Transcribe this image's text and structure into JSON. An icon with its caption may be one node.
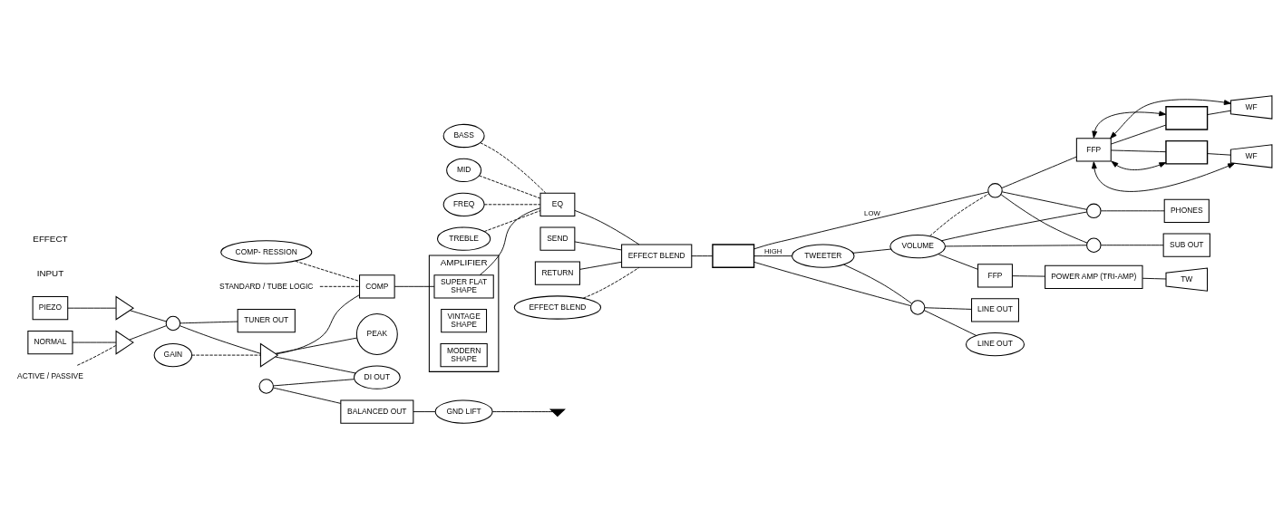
{
  "diagram": {
    "nodes": [
      {
        "text": [
          "PIEZO"
        ]
      },
      {
        "text": [
          "NORMAL"
        ]
      },
      {
        "text": [],
        "shape": "triangle"
      },
      {
        "text": [],
        "shape": "triangle"
      },
      {
        "text": [
          "ACTIVE / PASSIVE"
        ]
      },
      {
        "text": [],
        "shape": "circle"
      },
      {
        "text": [
          "TUNER OUT"
        ]
      },
      {
        "text": [
          "PEAK"
        ]
      },
      {
        "text": [],
        "shape": "triangle"
      },
      {
        "text": [
          "GAIN"
        ]
      },
      {
        "text": [
          "COMP"
        ]
      },
      {
        "text": [
          "STANDARD / TUBE LOGIC"
        ]
      },
      {
        "text": [
          "COMP- RESSION"
        ]
      },
      {
        "text": [
          "AMPLIFIER"
        ]
      },
      {
        "text": [
          "SUPER FLAT",
          "SHAPE"
        ],
        "in": 13
      },
      {
        "text": [
          "VINTAGE",
          "SHAPE"
        ],
        "in": 13
      },
      {
        "text": [
          "MODERN",
          "SHAPE"
        ],
        "in": 13
      },
      {
        "text": [
          "EQ"
        ]
      },
      {
        "text": [
          "BASS"
        ]
      },
      {
        "text": [
          "MID"
        ]
      },
      {
        "text": [
          "FREQ"
        ]
      },
      {
        "text": [
          "TREBLE"
        ]
      },
      {
        "text": [
          "SEND"
        ]
      },
      {
        "text": [
          "RETURN"
        ]
      },
      {
        "text": [
          "EFFECT BLEND"
        ]
      },
      {
        "text": [
          "EFFECT BLEND"
        ]
      },
      {
        "text": [],
        "shape": "box"
      },
      {
        "text": [
          "TWEETER"
        ]
      },
      {
        "text": [
          "VOLUME"
        ]
      },
      {
        "text": [],
        "shape": "circle"
      },
      {
        "text": [
          "FFP"
        ]
      },
      {
        "text": [
          "POWER AMP (TRI-AMP)"
        ]
      },
      {
        "text": [
          "TW"
        ]
      },
      {
        "text": [
          "FFP"
        ]
      },
      {
        "text": [],
        "shape": "box"
      },
      {
        "text": [
          "WF"
        ]
      },
      {
        "text": [],
        "shape": "box"
      },
      {
        "text": [
          "WF"
        ]
      },
      {
        "text": [],
        "shape": "circle"
      },
      {
        "text": [
          "PHONES"
        ]
      },
      {
        "text": [],
        "shape": "circle"
      },
      {
        "text": [
          "SUB OUT"
        ]
      },
      {
        "text": [],
        "shape": "circle"
      },
      {
        "text": [
          "LINE OUT"
        ]
      },
      {
        "text": [
          "DI OUT"
        ]
      },
      {
        "text": [
          "LINE OUT"
        ]
      },
      {
        "text": [],
        "shape": "circle"
      },
      {
        "text": [
          "BALANCED OUT"
        ]
      },
      {
        "text": [
          "GND LIFT"
        ]
      },
      {
        "text": [],
        "shape": "ground"
      }
    ],
    "edges": [
      {
        "from": 0,
        "to": 2,
        "arrow": "none"
      },
      {
        "from": 1,
        "to": 3,
        "arrow": "none"
      },
      {
        "from": 4,
        "to": 3,
        "arrow": "none",
        "style": "dashed"
      },
      {
        "from": 2,
        "to": 5,
        "arrow": "none"
      },
      {
        "from": 3,
        "to": 5,
        "arrow": "none"
      },
      {
        "from": 5,
        "to": 6,
        "arrow": "none"
      },
      {
        "from": 5,
        "to": 8,
        "arrow": "none"
      },
      {
        "from": 8,
        "to": 7,
        "arrow": "none"
      },
      {
        "from": 9,
        "to": 8,
        "arrow": "none",
        "style": "dashed"
      },
      {
        "from": 8,
        "to": 10,
        "arrow": "none"
      },
      {
        "from": 8,
        "to": 44,
        "arrow": "none"
      },
      {
        "from": 11,
        "to": 10,
        "arrow": "none",
        "style": "dashed"
      },
      {
        "from": 12,
        "to": 10,
        "arrow": "none",
        "style": "dashed"
      },
      {
        "from": 10,
        "to": 14,
        "arrow": "none"
      },
      {
        "from": 14,
        "to": 17,
        "arrow": "none"
      },
      {
        "from": 18,
        "to": 17,
        "arrow": "none",
        "style": "dashed"
      },
      {
        "from": 19,
        "to": 17,
        "arrow": "none",
        "style": "dashed"
      },
      {
        "from": 20,
        "to": 17,
        "arrow": "none",
        "style": "dashed"
      },
      {
        "from": 21,
        "to": 17,
        "arrow": "none",
        "style": "dashed"
      },
      {
        "from": 17,
        "to": 24,
        "arrow": "none"
      },
      {
        "from": 22,
        "to": 24,
        "arrow": "none"
      },
      {
        "from": 23,
        "to": 24,
        "arrow": "none"
      },
      {
        "from": 25,
        "to": 24,
        "arrow": "none",
        "style": "dashed"
      },
      {
        "from": 24,
        "to": 26,
        "arrow": "none"
      },
      {
        "from": 26,
        "to": 27,
        "arrow": "none",
        "label": "HIGH"
      },
      {
        "from": 26,
        "to": 29,
        "arrow": "none",
        "label": "LOW"
      },
      {
        "from": 27,
        "to": 28,
        "arrow": "none"
      },
      {
        "from": 28,
        "to": 29,
        "arrow": "none",
        "style": "dashed"
      },
      {
        "from": 28,
        "to": 30,
        "arrow": "none"
      },
      {
        "from": 30,
        "to": 31,
        "arrow": "none"
      },
      {
        "from": 31,
        "to": 32,
        "arrow": "none"
      },
      {
        "from": 29,
        "to": 33,
        "arrow": "none"
      },
      {
        "from": 33,
        "to": 34,
        "arrow": "none"
      },
      {
        "from": 33,
        "to": 36,
        "arrow": "none"
      },
      {
        "from": 34,
        "to": 35,
        "arrow": "none"
      },
      {
        "from": 36,
        "to": 37,
        "arrow": "none"
      },
      {
        "from": 33,
        "to": 34,
        "arrow": "both"
      },
      {
        "from": 33,
        "to": 35,
        "arrow": "both"
      },
      {
        "from": 33,
        "to": 36,
        "arrow": "both"
      },
      {
        "from": 33,
        "to": 37,
        "arrow": "both"
      },
      {
        "from": 28,
        "to": 38,
        "arrow": "none"
      },
      {
        "from": 29,
        "to": 38,
        "arrow": "none"
      },
      {
        "from": 38,
        "to": 39,
        "arrow": "none"
      },
      {
        "from": 28,
        "to": 40,
        "arrow": "none"
      },
      {
        "from": 29,
        "to": 40,
        "arrow": "none"
      },
      {
        "from": 40,
        "to": 41,
        "arrow": "none"
      },
      {
        "from": 27,
        "to": 42,
        "arrow": "none"
      },
      {
        "from": 26,
        "to": 42,
        "arrow": "none"
      },
      {
        "from": 42,
        "to": 43,
        "arrow": "none"
      },
      {
        "from": 42,
        "to": 45,
        "arrow": "none"
      },
      {
        "from": 46,
        "to": 44,
        "arrow": "none"
      },
      {
        "from": 46,
        "to": 47,
        "arrow": "none"
      },
      {
        "from": 47,
        "to": 48,
        "arrow": "none"
      },
      {
        "from": 48,
        "to": 49,
        "arrow": "none"
      }
    ],
    "labels": [
      "INPUT",
      "EFFECT"
    ]
  }
}
